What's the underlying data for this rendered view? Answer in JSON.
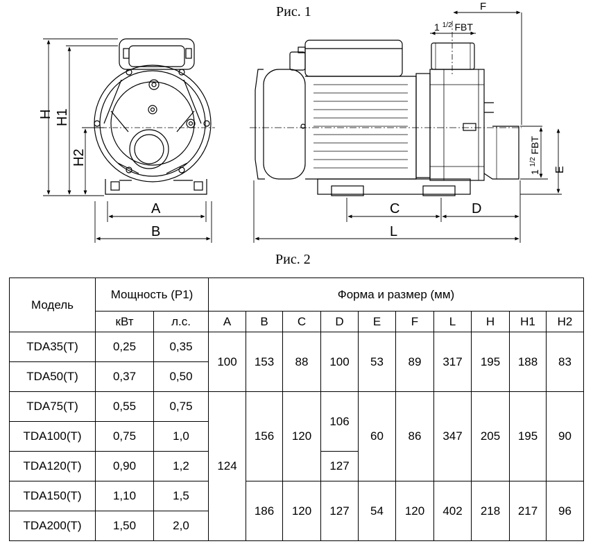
{
  "figure1": {
    "caption": "Рис. 1",
    "labels": {
      "H": "H",
      "H1": "H1",
      "H2": "H2",
      "A": "A",
      "B": "B",
      "C": "C",
      "D": "D",
      "L": "L",
      "E": "E",
      "F": "F",
      "fbt_top_int": "1",
      "fbt_top_frac": "1/2",
      "fbt_top_txt": "FBT",
      "fbt_side_int": "1",
      "fbt_side_frac": "1/2",
      "fbt_side_txt": "FBT"
    }
  },
  "figure2": {
    "caption": "Рис. 2"
  },
  "table": {
    "header": {
      "model": "Модель",
      "power": "Мощность (P1)",
      "kw": "кВт",
      "hp": "л.с.",
      "dims_title": "Форма и размер (мм)",
      "dims": [
        "A",
        "B",
        "C",
        "D",
        "E",
        "F",
        "L",
        "H",
        "H1",
        "H2"
      ]
    },
    "rows": [
      {
        "model": "TDA35(T)",
        "kw": "0,25",
        "hp": "0,35"
      },
      {
        "model": "TDA50(T)",
        "kw": "0,37",
        "hp": "0,50"
      },
      {
        "model": "TDA75(T)",
        "kw": "0,55",
        "hp": "0,75"
      },
      {
        "model": "TDA100(T)",
        "kw": "0,75",
        "hp": "1,0"
      },
      {
        "model": "TDA120(T)",
        "kw": "0,90",
        "hp": "1,2"
      },
      {
        "model": "TDA150(T)",
        "kw": "1,10",
        "hp": "1,5"
      },
      {
        "model": "TDA200(T)",
        "kw": "1,50",
        "hp": "2,0"
      }
    ],
    "group1": {
      "A": "100",
      "B": "153",
      "C": "88",
      "D": "100",
      "E": "53",
      "F": "89",
      "L": "317",
      "H": "195",
      "H1": "188",
      "H2": "83"
    },
    "group_a2": "124",
    "group2": {
      "B": "156",
      "C": "120",
      "D1": "106",
      "D2": "127",
      "E": "60",
      "F": "86",
      "L": "347",
      "H": "205",
      "H1": "195",
      "H2": "90"
    },
    "group3": {
      "B": "186",
      "C": "120",
      "D": "127",
      "E": "54",
      "F": "120",
      "L": "402",
      "H": "218",
      "H1": "217",
      "H2": "96"
    }
  }
}
